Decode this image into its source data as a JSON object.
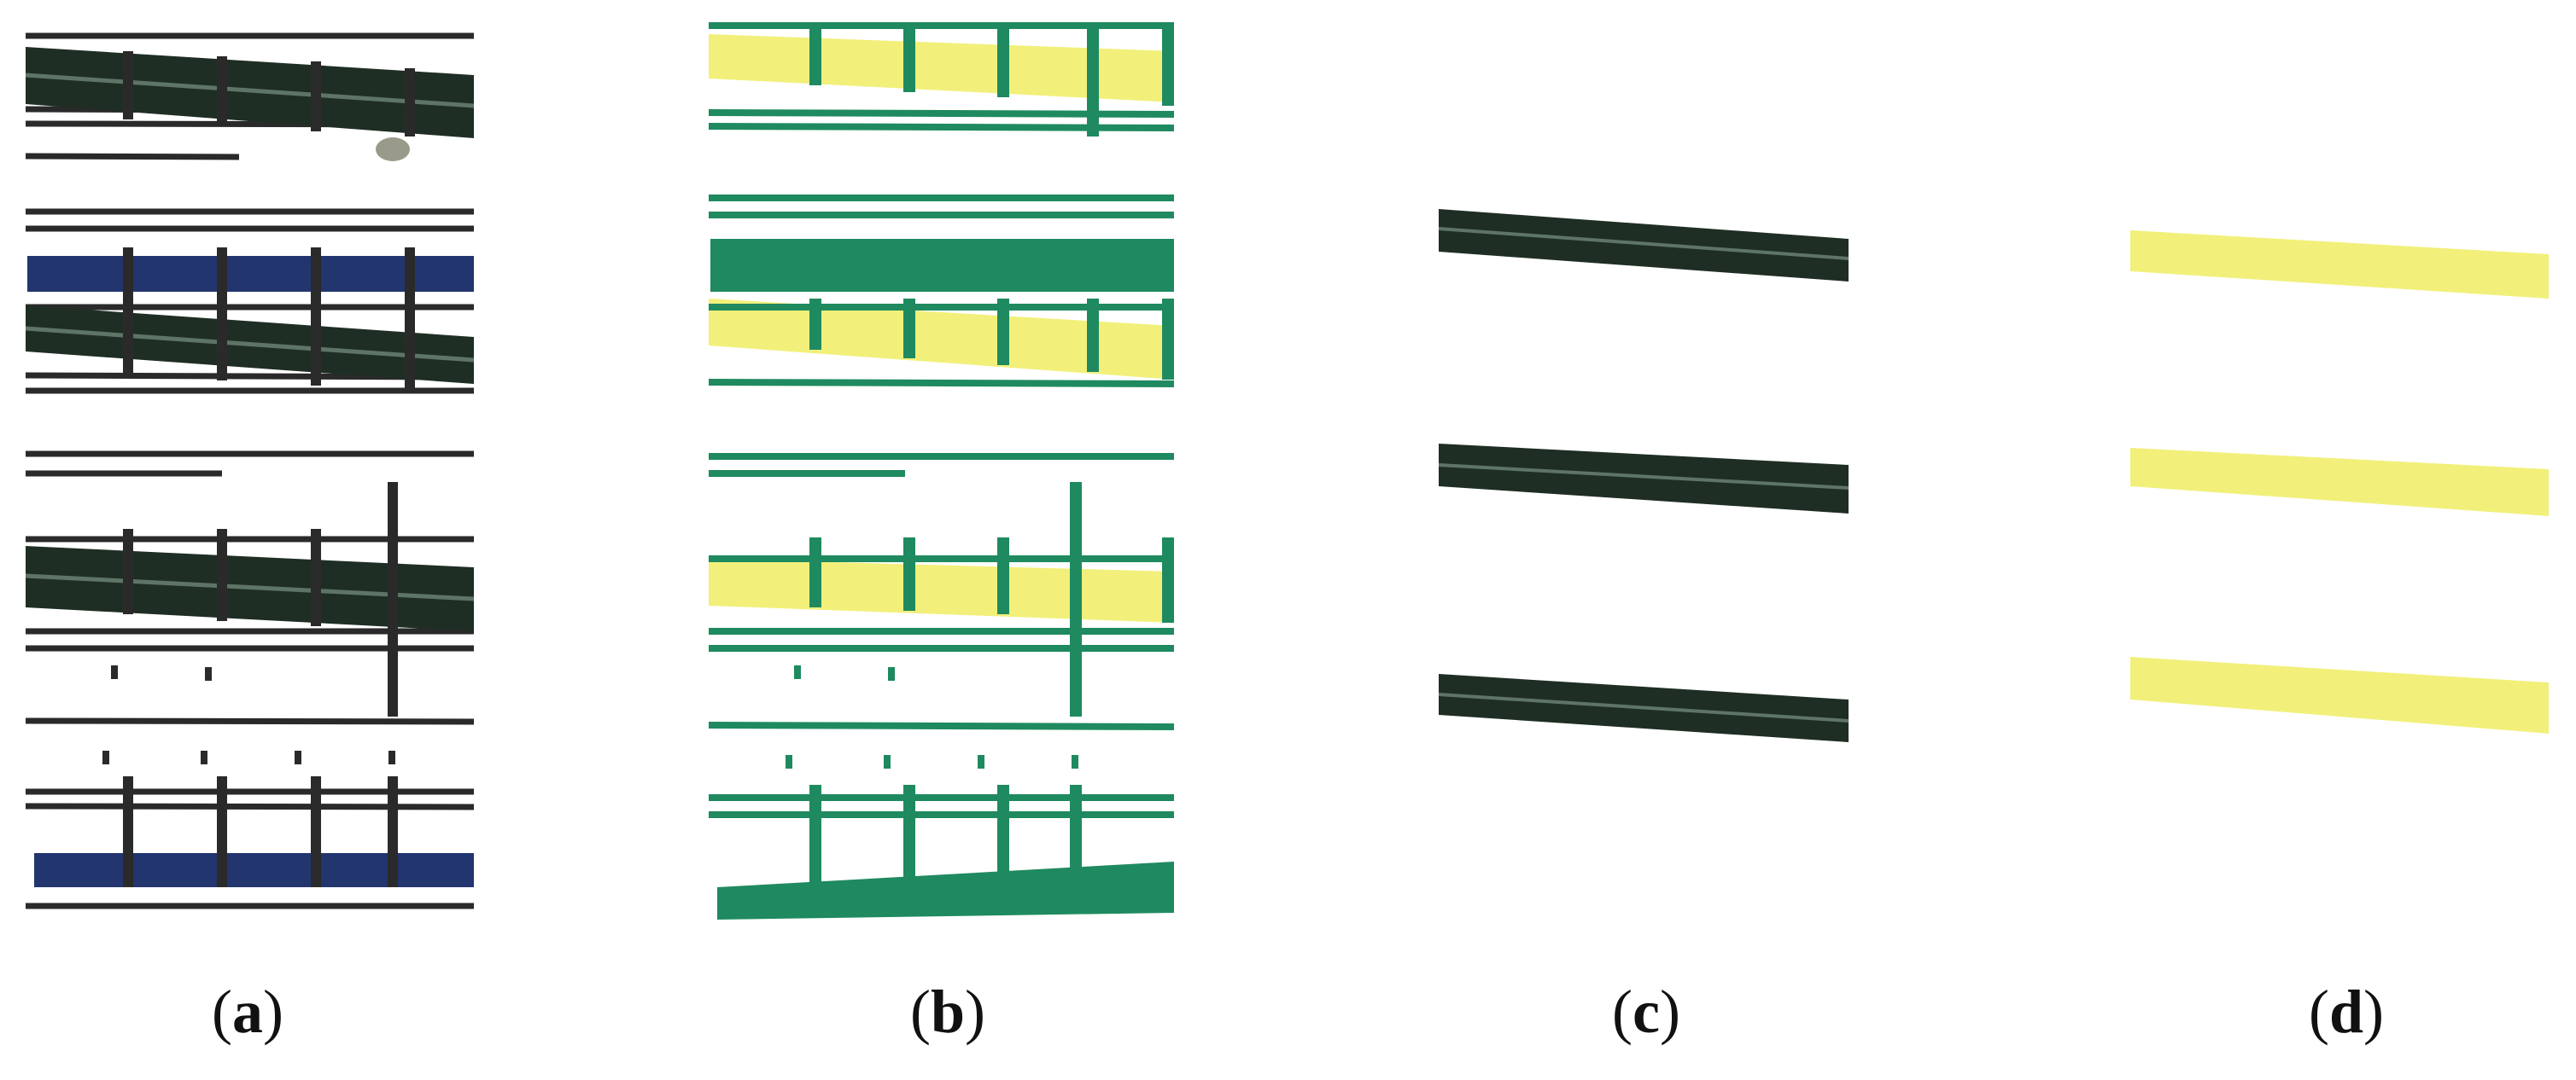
{
  "figure": {
    "panels": [
      {
        "id": "a",
        "label_open": "(",
        "label_letter": "a",
        "label_close": ")"
      },
      {
        "id": "b",
        "label_open": "(",
        "label_letter": "b",
        "label_close": ")"
      },
      {
        "id": "c",
        "label_open": "(",
        "label_letter": "c",
        "label_close": ")"
      },
      {
        "id": "d",
        "label_open": "(",
        "label_letter": "d",
        "label_close": ")"
      }
    ]
  },
  "colors": {
    "rebar_dark": "#1f2e24",
    "rebar_highlight": "#5e7466",
    "steel_line": "#2a2a2a",
    "blue_member": "#23356f",
    "segment_green": "#1f8a60",
    "segment_yellow": "#f2f07a",
    "background": "#ffffff"
  }
}
